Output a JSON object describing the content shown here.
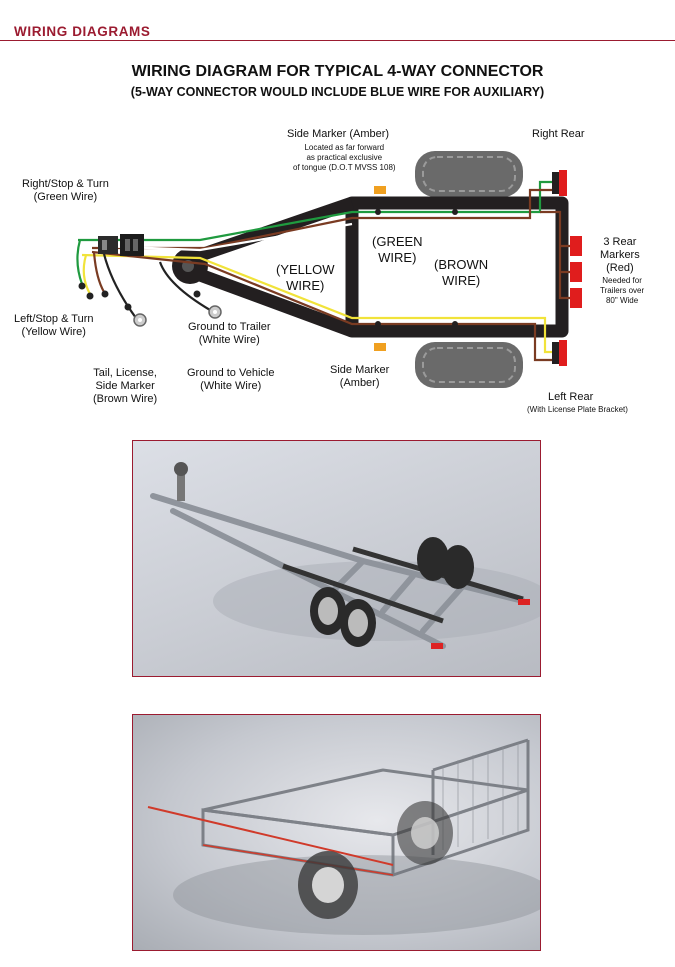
{
  "header": {
    "section": "WIRING DIAGRAMS"
  },
  "title": {
    "main": "WIRING DIAGRAM FOR TYPICAL 4-WAY CONNECTOR",
    "sub": "(5-WAY CONNECTOR WOULD INCLUDE BLUE WIRE FOR AUXILIARY)"
  },
  "labels": {
    "right_stop_turn": [
      "Right/Stop & Turn",
      "(Green Wire)"
    ],
    "left_stop_turn": [
      "Left/Stop & Turn",
      "(Yellow Wire)"
    ],
    "tail_license": [
      "Tail, License,",
      "Side Marker",
      "(Brown Wire)"
    ],
    "ground_trailer": [
      "Ground to Trailer",
      "(White Wire)"
    ],
    "ground_vehicle": [
      "Ground to Vehicle",
      "(White Wire)"
    ],
    "side_marker_top": [
      "Side Marker (Amber)"
    ],
    "side_marker_top_note": [
      "Located as far forward",
      "as practical exclusive",
      "of tongue (D.O.T MVSS 108)"
    ],
    "side_marker_bottom": [
      "Side Marker",
      "(Amber)"
    ],
    "right_rear": [
      "Right Rear"
    ],
    "rear_markers": [
      "3 Rear",
      "Markers",
      "(Red)"
    ],
    "rear_markers_note": [
      "Needed for",
      "Trailers over",
      "80\" Wide"
    ],
    "left_rear": [
      "Left Rear"
    ],
    "left_rear_note": [
      "(With License Plate Bracket)"
    ],
    "green_wire": [
      "(GREEN",
      "WIRE)"
    ],
    "yellow_wire": [
      "(YELLOW",
      "WIRE)"
    ],
    "brown_wire": [
      "(BROWN",
      "WIRE)"
    ]
  },
  "colors": {
    "accent": "#9b1b30",
    "frame": "#231f20",
    "green_wire": "#1f9a3f",
    "yellow_wire": "#f1e33a",
    "brown_wire": "#7a3b22",
    "white_wire": "#ffffff",
    "amber": "#f0a020",
    "red_light": "#e01d1d"
  }
}
